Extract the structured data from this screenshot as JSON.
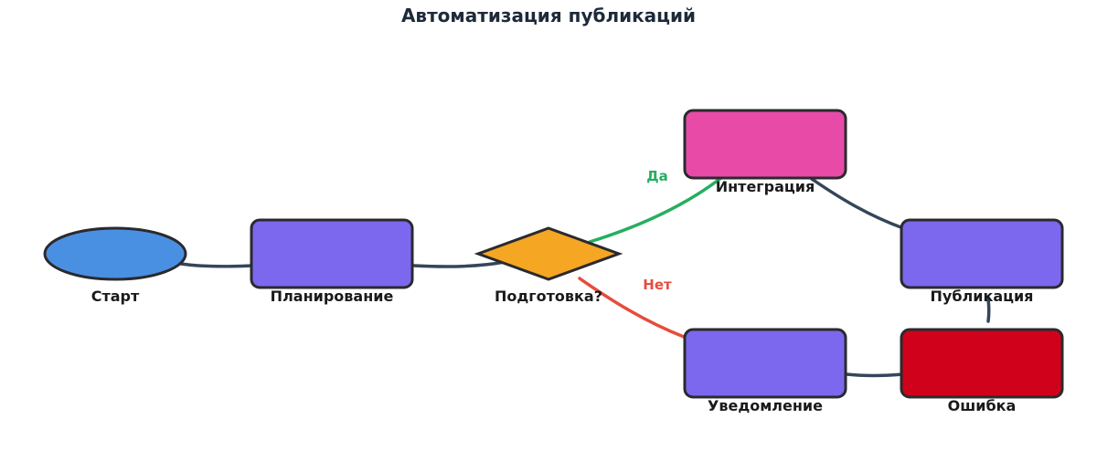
{
  "diagram": {
    "title": "Автоматизация публикаций",
    "colors": {
      "title": "#1e2a3a",
      "edge": "#34465a",
      "yes": "#27ae60",
      "no": "#e74c3c",
      "start": "#4a90e2",
      "process": "#7b68ee",
      "decision": "#f5a623",
      "integration": "#e84aa8",
      "error": "#d0021b"
    },
    "nodes": {
      "start": {
        "label": "Старт",
        "shape": "ellipse"
      },
      "planning": {
        "label": "Планирование",
        "shape": "rounded-rect"
      },
      "preparation": {
        "label": "Подготовка?",
        "shape": "diamond"
      },
      "integration": {
        "label": "Интеграция",
        "shape": "rounded-rect"
      },
      "publication": {
        "label": "Публикация",
        "shape": "rounded-rect"
      },
      "notification": {
        "label": "Уведомление",
        "shape": "rounded-rect"
      },
      "error": {
        "label": "Ошибка",
        "shape": "rounded-rect"
      }
    },
    "edges": [
      {
        "from": "Старт",
        "to": "Планирование"
      },
      {
        "from": "Планирование",
        "to": "Подготовка?"
      },
      {
        "from": "Подготовка?",
        "to": "Интеграция",
        "label": "Да"
      },
      {
        "from": "Подготовка?",
        "to": "Уведомление",
        "label": "Нет"
      },
      {
        "from": "Интеграция",
        "to": "Публикация"
      },
      {
        "from": "Уведомление",
        "to": "Ошибка"
      },
      {
        "from": "Ошибка",
        "to": "Публикация"
      }
    ]
  }
}
